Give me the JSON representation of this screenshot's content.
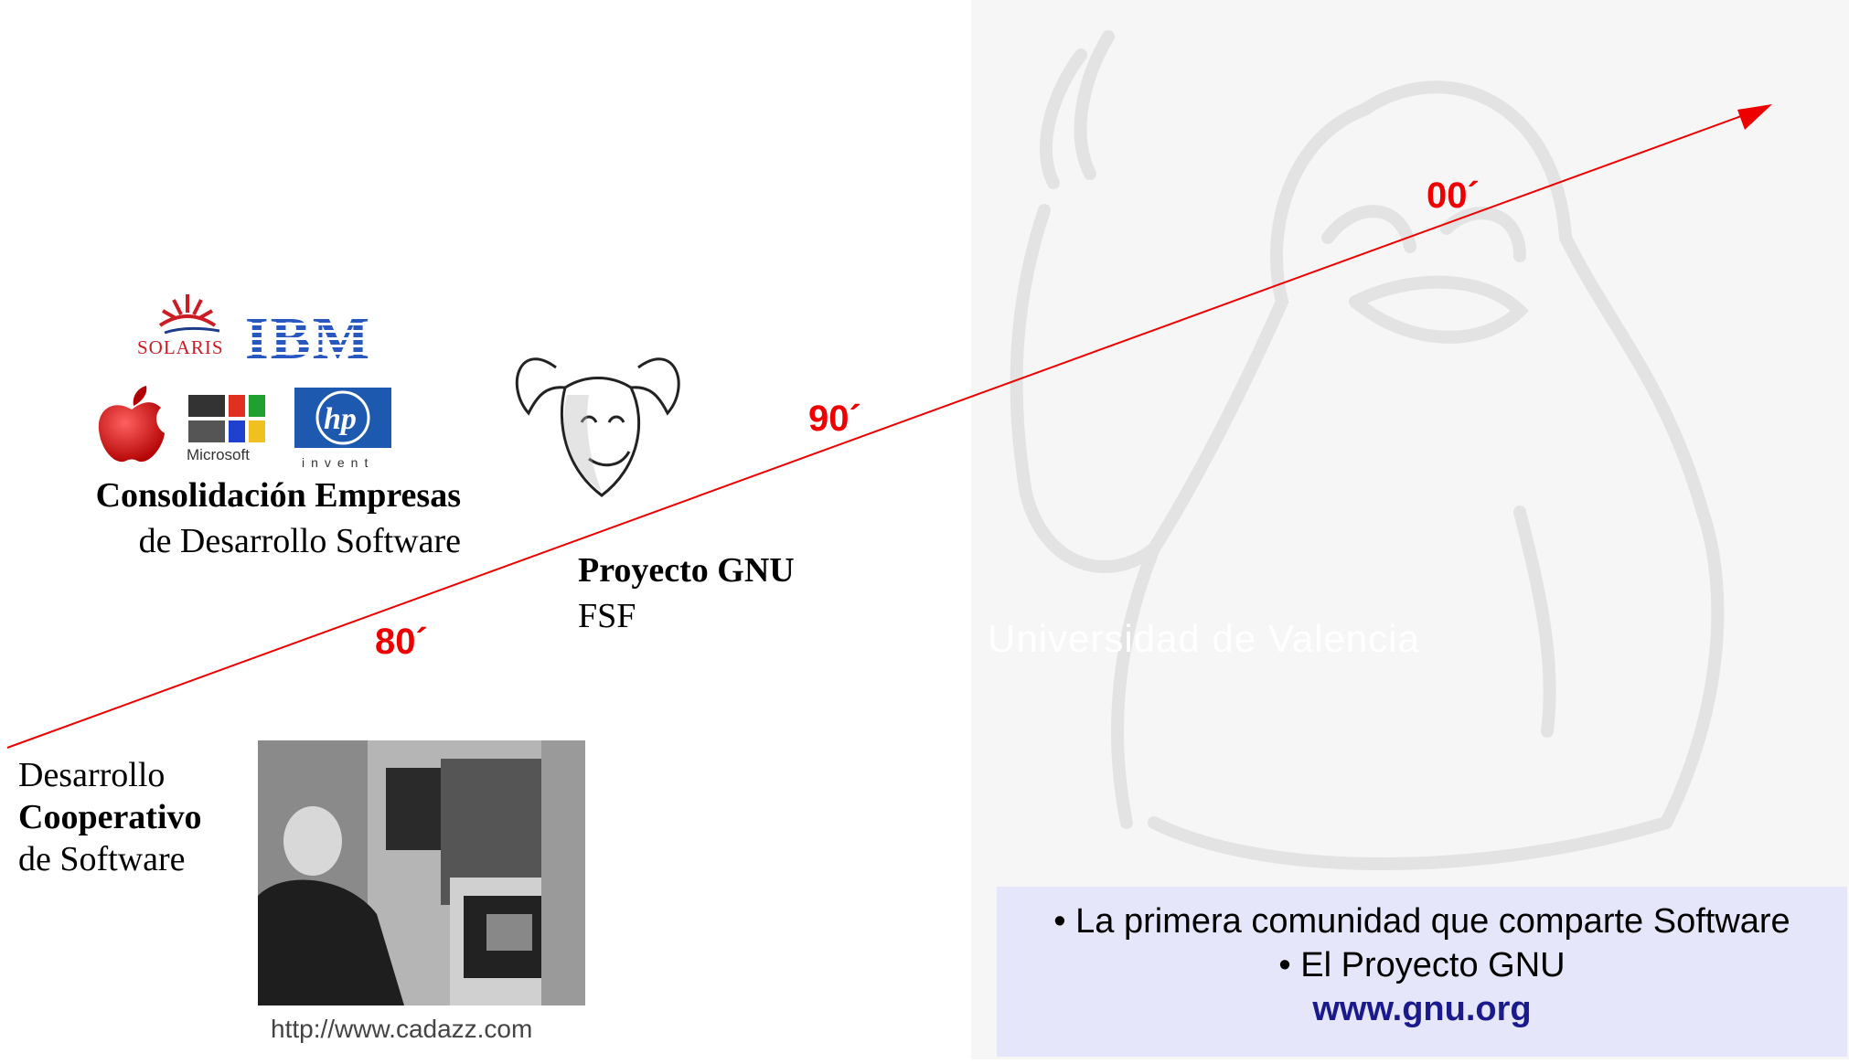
{
  "companies": {
    "logos": [
      "SOLARIS",
      "IBM",
      "Microsoft",
      "invent"
    ],
    "title": "Consolidación Empresas",
    "subtitle": "de Desarrollo Software"
  },
  "gnu": {
    "title": "Proyecto GNU",
    "subtitle": "FSF"
  },
  "coop": {
    "line1": "Desarrollo",
    "line2": "Cooperativo",
    "line3": "de Software"
  },
  "photo": {
    "caption": "http://www.cadazz.com"
  },
  "decades": {
    "d80": "80´",
    "d90": "90´",
    "d00": "00´"
  },
  "watermark": "Universidad de Valencia",
  "info_box": {
    "line1": "• La primera comunidad que comparte Software",
    "line2": "• El Proyecto GNU",
    "url": "www.gnu.org"
  },
  "colors": {
    "accent": "#ee0000",
    "box": "#e6e6fa",
    "link": "#1a1a8c"
  }
}
